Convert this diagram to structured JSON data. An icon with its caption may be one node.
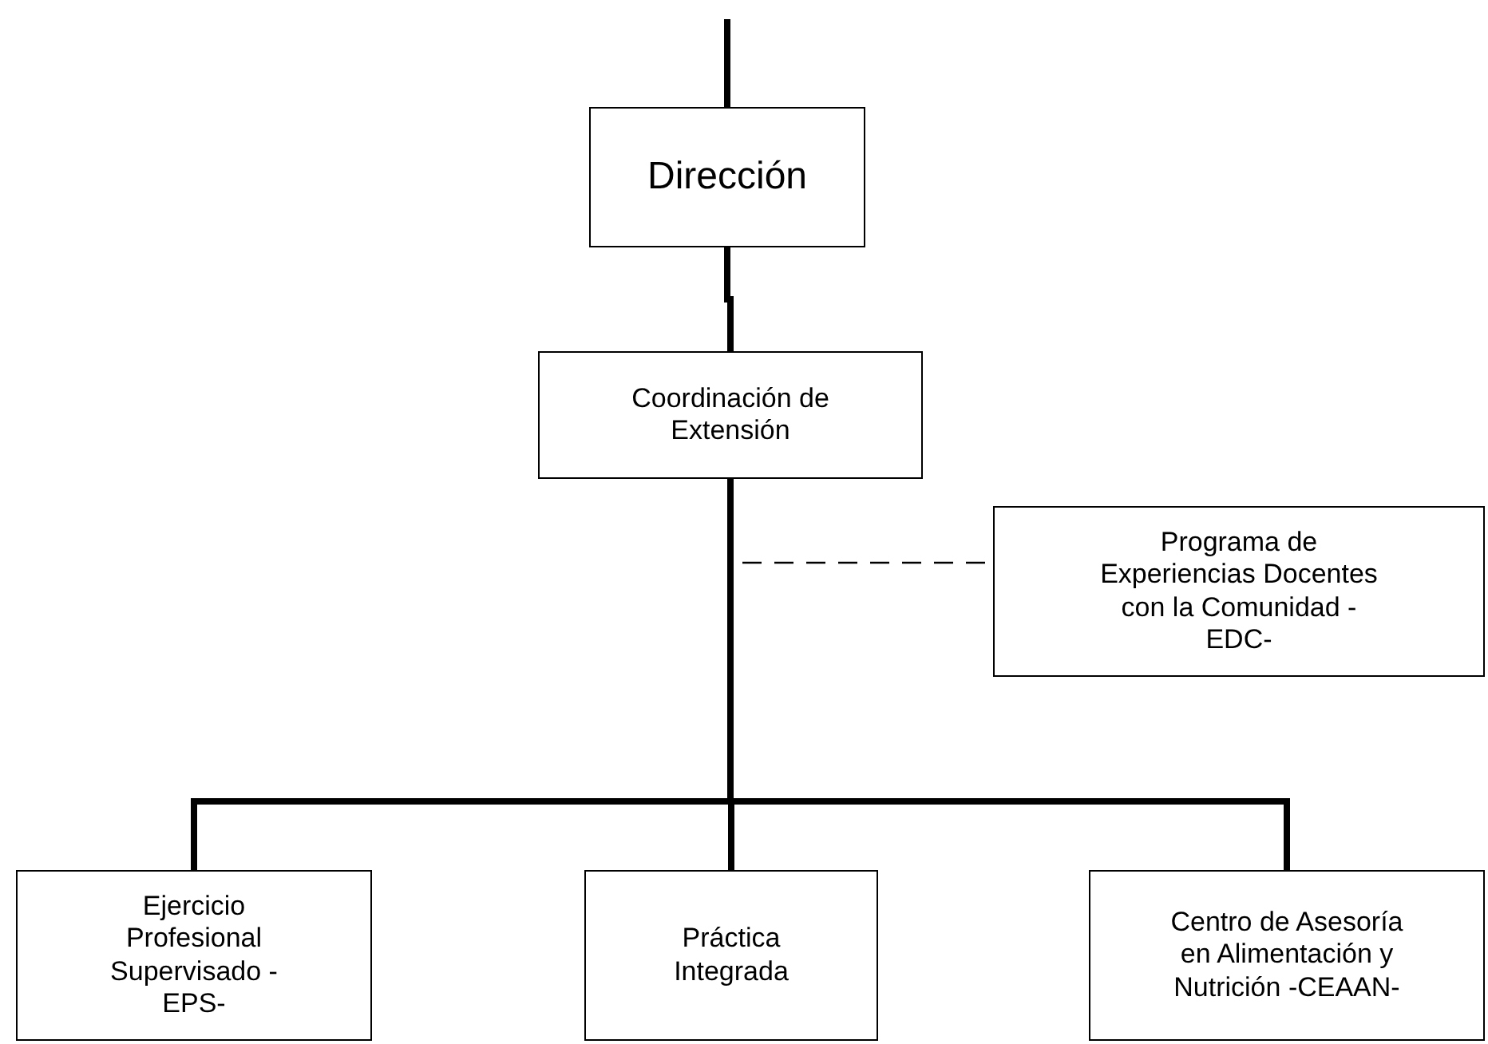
{
  "diagram": {
    "nodes": [
      {
        "text": [
          "Dirección"
        ]
      },
      {
        "text": [
          "Coordinación de Extensión"
        ]
      },
      {
        "text": [
          "Programa de Experiencias Docentes con la Comunidad -EDC-"
        ]
      },
      {
        "text": [
          "Ejercicio Profesional Supervisado -EPS-"
        ]
      },
      {
        "text": [
          "Práctica Integrada"
        ]
      },
      {
        "text": [
          "Centro de Asesoría en Alimentación y Nutrición -CEAAN-"
        ]
      }
    ],
    "edges": [
      {
        "from": null,
        "to": 0,
        "arrow": "none"
      },
      {
        "from": 0,
        "to": 1,
        "arrow": "none"
      },
      {
        "from": 1,
        "to": 2,
        "arrow": "none",
        "style": "dashed"
      },
      {
        "from": 1,
        "to": 3,
        "arrow": "none"
      },
      {
        "from": 1,
        "to": 4,
        "arrow": "none"
      },
      {
        "from": 1,
        "to": 5,
        "arrow": "none"
      }
    ]
  }
}
